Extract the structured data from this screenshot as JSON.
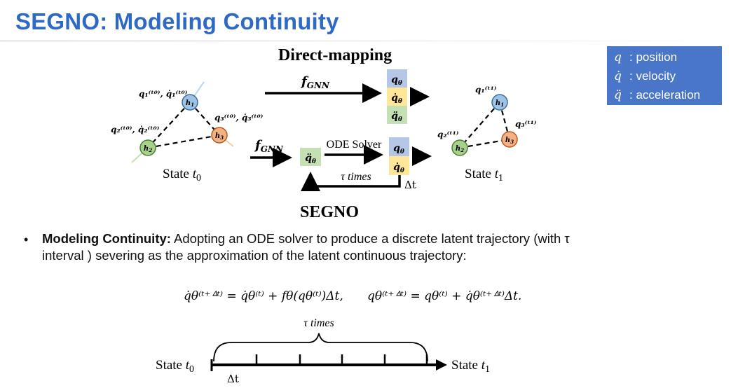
{
  "title": "SEGNO: Modeling Continuity",
  "legend": [
    {
      "symbol": "q",
      "label": "position"
    },
    {
      "symbol": "q̇",
      "label": "velocity"
    },
    {
      "symbol": "q̈",
      "label": "acceleration"
    }
  ],
  "top_diagram": {
    "direct_mapping_label": "Direct-mapping",
    "segno_label": "SEGNO",
    "f_gnn_base": "f",
    "f_gnn_sub": "GNN",
    "ode_solver_label": "ODE Solver",
    "tau_times_label": "τ times",
    "delta_t_label": "Δt",
    "state_t0_label": "State",
    "state_t0_var": "t",
    "state_t0_sub": "0",
    "state_t1_label": "State",
    "state_t1_var": "t",
    "state_t1_sub": "1",
    "box_q": "q",
    "box_qdot": "q̇",
    "box_qddot": "q̈",
    "theta": "θ",
    "nodes_t0": [
      "h1",
      "h2",
      "h3"
    ],
    "node_labels_t0": {
      "n1": "q₁⁽ᵗ⁰⁾, q̇₁⁽ᵗ⁰⁾",
      "n2": "q₂⁽ᵗ⁰⁾, q̇₂⁽ᵗ⁰⁾",
      "n3": "q₃⁽ᵗ⁰⁾, q̇₃⁽ᵗ⁰⁾"
    },
    "node_labels_t1": {
      "n1": "q₁⁽ᵗ¹⁾",
      "n2": "q₂⁽ᵗ¹⁾",
      "n3": "q₃⁽ᵗ¹⁾"
    },
    "colors": {
      "node_h1": "#9DC3E6",
      "node_h2": "#A9D18E",
      "node_h3": "#F4B183",
      "box_q": "#B4C7E7",
      "box_qdot": "#FFE699",
      "box_qddot": "#C5E0B4",
      "legend_bg": "#4A76C9",
      "title": "#2E6AC5"
    }
  },
  "bullet": {
    "bold": "Modeling Continuity:",
    "text_line1": " Adopting an ODE solver to produce a discrete latent trajectory (with τ",
    "text_line2": "interval ) severing as the approximation of the latent continuous trajectory:"
  },
  "equation": {
    "lhs1": "q̇θ⁽ᵗ⁺ᐞᵗ⁾ = q̇θ⁽ᵗ⁾ + fθ(qθ⁽ᵗ⁾)Δt,",
    "lhs2": "qθ⁽ᵗ⁺ᐞᵗ⁾ = qθ⁽ᵗ⁾ + q̇θ⁽ᵗ⁺ᐞᵗ⁾Δt."
  },
  "timeline": {
    "tau_times_label": "τ times",
    "start_label": "State",
    "start_var": "t",
    "start_sub": "0",
    "end_label": "State",
    "end_var": "t",
    "end_sub": "1",
    "delta_t_label": "Δt",
    "ticks": 5
  }
}
